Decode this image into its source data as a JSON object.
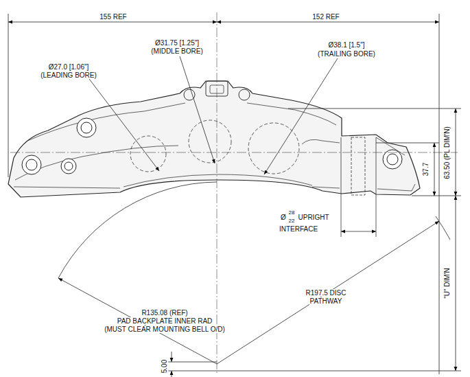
{
  "diagram": {
    "labels": [
      "155 REF",
      "152 REF",
      "Ø31.75 [1.25\"]",
      "(MIDDLE BORE)",
      "Ø38.1 [1.5\"]",
      "(TRAILING BORE)",
      "Ø27.0 [1.06\"]",
      "(LEADING BORE)",
      "63.50 (PL DIM'N)",
      "37.7",
      "Ø",
      "28",
      "22",
      "UPRIGHT",
      "INTERFACE",
      "R197.5 DISC",
      "PATHWAY",
      "\"U\" DIM'N",
      "R135.08 (REF)",
      "PAD BACKPLATE INNER RAD",
      "(MUST CLEAR MOUNTING BELL O/D)",
      "5.00"
    ]
  }
}
